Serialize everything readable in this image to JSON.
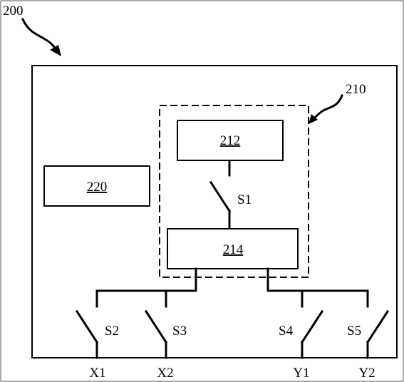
{
  "figure": {
    "ref_device": "200",
    "ref_module": "210"
  },
  "blocks": {
    "block_212": "212",
    "block_214": "214",
    "block_220": "220"
  },
  "switches": {
    "s1": "S1",
    "s2": "S2",
    "s3": "S3",
    "s4": "S4",
    "s5": "S5"
  },
  "terminals": {
    "x1": "X1",
    "x2": "X2",
    "y1": "Y1",
    "y2": "Y2"
  }
}
